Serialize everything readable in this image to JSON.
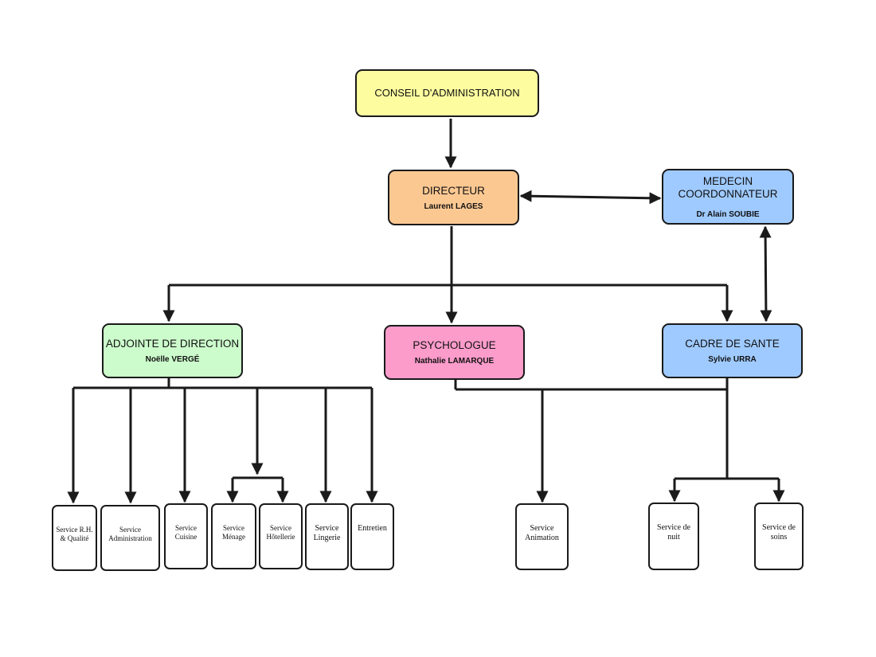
{
  "colors": {
    "yellow": "#fdfd9f",
    "orange": "#fcc892",
    "blue": "#9fcaff",
    "green": "#ccfccc",
    "pink": "#fc9ccb",
    "line": "#1a1a1a"
  },
  "nodes": {
    "conseil": {
      "title": "CONSEIL D'ADMINISTRATION"
    },
    "directeur": {
      "title": "DIRECTEUR",
      "person": "Laurent LAGES"
    },
    "medecin": {
      "title": "MEDECIN\nCOORDONNATEUR",
      "person": "Dr Alain SOUBIE"
    },
    "adjointe": {
      "title": "ADJOINTE DE DIRECTION",
      "person": "Noëlle VERGÉ"
    },
    "psychologue": {
      "title": "PSYCHOLOGUE",
      "person": "Nathalie LAMARQUE"
    },
    "cadre": {
      "title": "CADRE DE SANTE",
      "person": "Sylvie URRA"
    }
  },
  "services": {
    "rh": "Service R.H.\n& Qualité",
    "administration": "Service\nAdministration",
    "cuisine": "Service\nCuisine",
    "menage": "Service\nMénage",
    "hotellerie": "Service\nHôtellerie",
    "lingerie": "Service\nLingerie",
    "entretien": "Entretien",
    "animation": "Service\nAnimation",
    "nuit": "Service de\nnuit",
    "soins": "Service de\nsoins"
  }
}
